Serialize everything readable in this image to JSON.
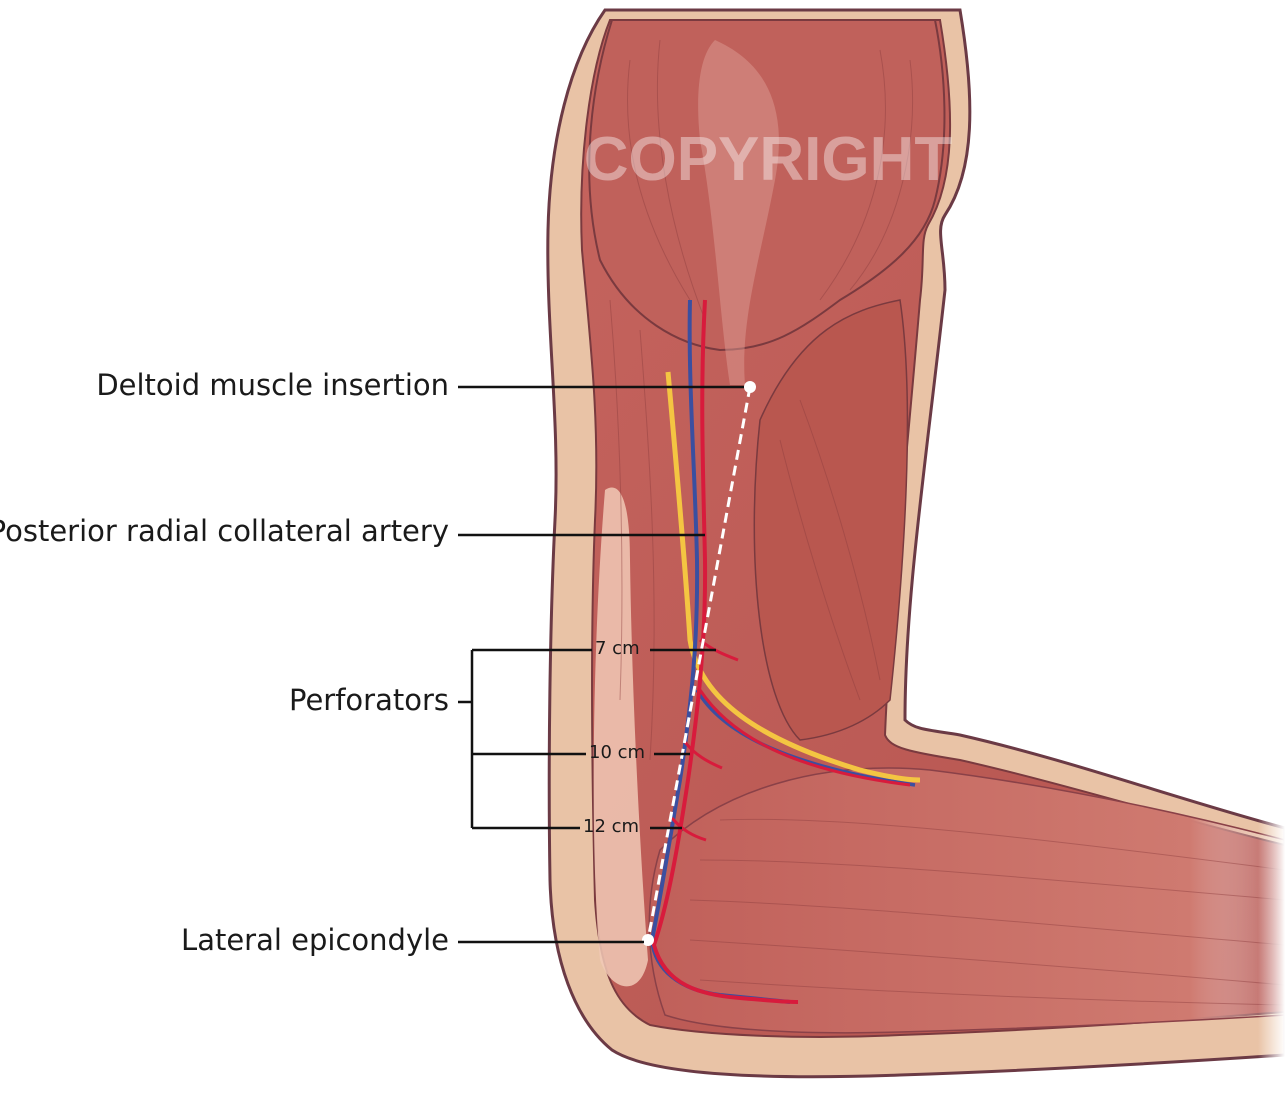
{
  "watermark": "COPYRIGHT",
  "labels": {
    "deltoid": "Deltoid muscle insertion",
    "artery": "Posterior radial collateral artery",
    "perforators": "Perforators",
    "epicondyle": "Lateral epicondyle"
  },
  "distances": {
    "d1": "7 cm",
    "d2": "10 cm",
    "d3": "12 cm"
  },
  "colors": {
    "skin": "#e9c3a6",
    "skin_outline": "#6b3a45",
    "muscle": "#c96a62",
    "muscle_dark": "#a84f4a",
    "artery": "#d81b3c",
    "vein": "#3b4fa0",
    "nerve": "#f4c542"
  }
}
